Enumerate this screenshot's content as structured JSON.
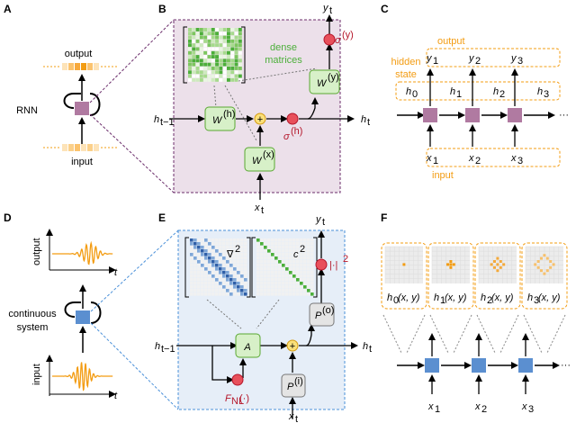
{
  "panels": {
    "A": {
      "letter": "A",
      "rnn": "RNN",
      "output": "output",
      "input": "input"
    },
    "B": {
      "letter": "B",
      "dense_matrices_line1": "dense",
      "dense_matrices_line2": "matrices",
      "h_prev": "h",
      "h_prev_sub": "t−1",
      "h_next": "h",
      "h_next_sub": "t",
      "y": "y",
      "y_sub": "t",
      "x": "x",
      "x_sub": "t",
      "W_h": "W",
      "W_h_sup": "(h)",
      "W_x": "W",
      "W_x_sup": "(x)",
      "W_y": "W",
      "W_y_sup": "(y)",
      "sigma_h": "σ",
      "sigma_h_sup": "(h)",
      "sigma_y": "σ",
      "sigma_y_sup": "(y)",
      "plus": "+"
    },
    "C": {
      "letter": "C",
      "output": "output",
      "hidden_state_line1": "hidden",
      "hidden_state_line2": "state",
      "input": "input",
      "y": [
        "y",
        "y",
        "y"
      ],
      "y_sub": [
        "1",
        "2",
        "3"
      ],
      "h": [
        "h",
        "h",
        "h",
        "h"
      ],
      "h_sub": [
        "0",
        "1",
        "2",
        "3"
      ],
      "x": [
        "x",
        "x",
        "x"
      ],
      "x_sub": [
        "1",
        "2",
        "3"
      ],
      "ellipsis": "···"
    },
    "D": {
      "letter": "D",
      "output": "output",
      "input": "input",
      "t_top": "t",
      "t_bottom": "t",
      "continuous_line1": "continuous",
      "continuous_line2": "system"
    },
    "E": {
      "letter": "E",
      "laplacian": "∇",
      "laplacian_sup": "2",
      "c": "c",
      "c_sup": "2",
      "abs": "|·|",
      "abs_sup": "2",
      "A": "A",
      "P_o": "P",
      "P_o_sup": "(o)",
      "P_i": "P",
      "P_i_sup": "(i)",
      "F_NL": "F",
      "F_NL_sub": "NL",
      "F_NL_arg": "(·)",
      "h_prev": "h",
      "h_prev_sub": "t−1",
      "h_next": "h",
      "h_next_sub": "t",
      "y": "y",
      "y_sub": "t",
      "x": "x",
      "x_sub": "t",
      "plus": "+"
    },
    "F": {
      "letter": "F",
      "h_labels": [
        "h",
        "h",
        "h",
        "h"
      ],
      "h_sub": [
        "0",
        "1",
        "2",
        "3"
      ],
      "h_arg": [
        "(x, y)",
        "(x, y)",
        "(x, y)",
        "(x, y)"
      ],
      "x": [
        "x",
        "x",
        "x"
      ],
      "x_sub": [
        "1",
        "2",
        "3"
      ],
      "ellipsis": "···"
    }
  },
  "colors": {
    "rnn_cell": "#b07aa1",
    "continuous_cell": "#5b8fd0",
    "green_box": "#d7f0c8",
    "green_stroke": "#5aa832",
    "orange": "#f39c12",
    "red_node": "#e8505b",
    "purple_bg": "#ece0ea",
    "blue_bg": "#e6eef8"
  }
}
